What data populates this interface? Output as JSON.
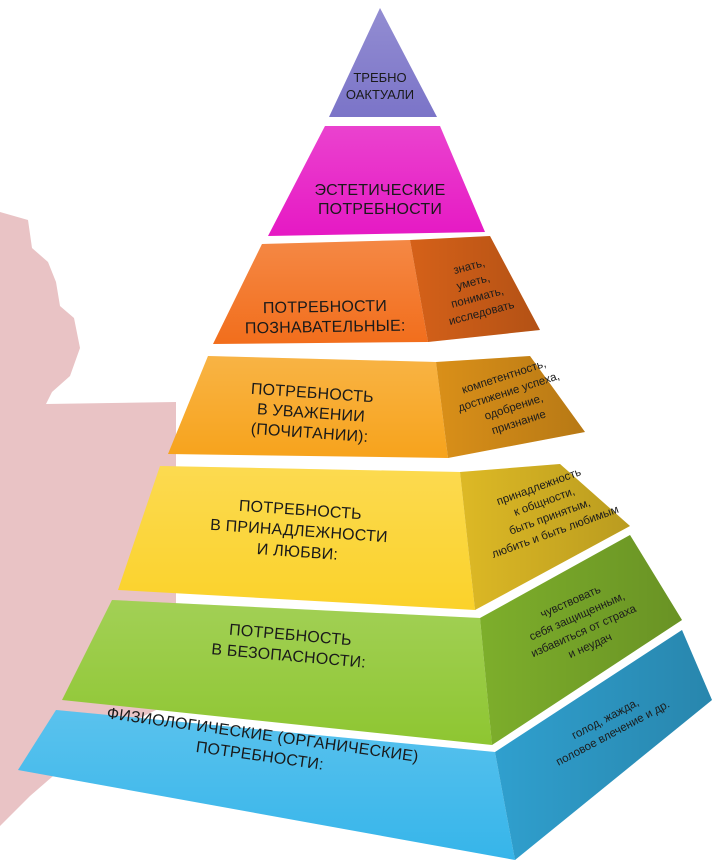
{
  "diagram": {
    "levels": [
      {
        "id": "self-actualization",
        "color": "#7b74c8",
        "front_lines": [
          "ТРЕБНО",
          "ОАКТУАЛИ"
        ],
        "side_lines": []
      },
      {
        "id": "aesthetic",
        "color": "#e619c4",
        "front_lines": [
          "ЭСТЕТИЧЕСКИЕ",
          "ПОТРЕБНОСТИ"
        ],
        "side_lines": []
      },
      {
        "id": "cognitive",
        "color": "#f26e1c",
        "front_lines": [
          "ПОТРЕБНОСТИ",
          "ПОЗНАВАТЕЛЬНЫЕ:"
        ],
        "side_lines": [
          "знать,",
          "уметь,",
          "понимать,",
          "исследовать"
        ]
      },
      {
        "id": "esteem",
        "color": "#f7a31c",
        "front_lines": [
          "ПОТРЕБНОСТЬ",
          "В УВАЖЕНИИ",
          "(ПОЧИТАНИИ):"
        ],
        "side_lines": [
          "компетентность,",
          "достижение успеха,",
          "одобрение,",
          "признание"
        ]
      },
      {
        "id": "belonging",
        "color": "#fbd22a",
        "front_lines": [
          "ПОТРЕБНОСТЬ",
          "В ПРИНАДЛЕЖНОСТИ",
          "И ЛЮБВИ:"
        ],
        "side_lines": [
          "принадлежность",
          "к общности,",
          "быть принятым,",
          "любить и быть любимым"
        ]
      },
      {
        "id": "safety",
        "color": "#8ec631",
        "front_lines": [
          "ПОТРЕБНОСТЬ",
          "В БЕЗОПАСНОСТИ:"
        ],
        "side_lines": [
          "чувствовать",
          "себя защищенным,",
          "избавиться от страха",
          "и неудач"
        ]
      },
      {
        "id": "physiological",
        "color": "#36b5ea",
        "front_lines": [
          "ФИЗИОЛОГИЧЕСКИЕ (ОРГАНИЧЕСКИЕ)",
          "ПОТРЕБНОСТИ:"
        ],
        "side_lines": [
          "голод, жажда,",
          "половое влечение и др."
        ]
      }
    ],
    "background_shape_color": "#e9c3c5"
  }
}
